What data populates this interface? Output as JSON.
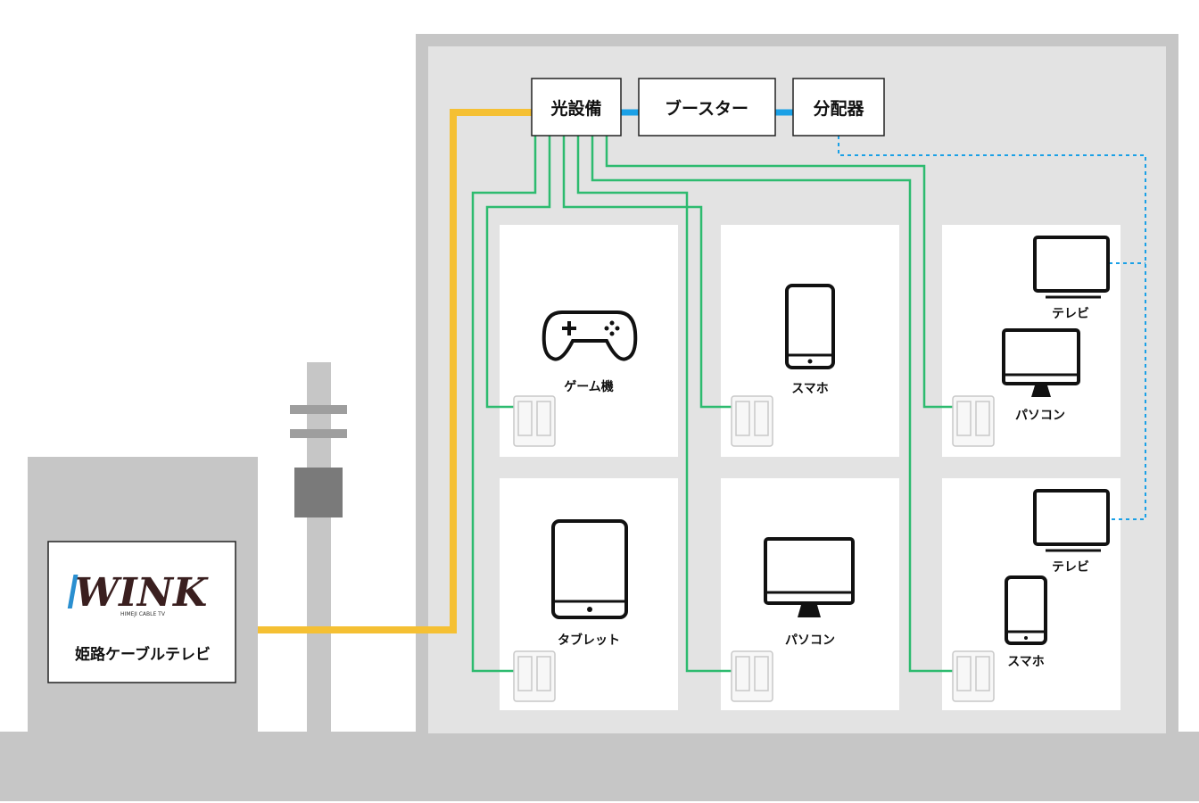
{
  "provider": {
    "logo_text": "WINK",
    "logo_subtext": "HIMEJI CABLE TV",
    "name": "姫路ケーブルテレビ"
  },
  "equipment": {
    "optical": "光設備",
    "booster": "ブースター",
    "splitter": "分配器"
  },
  "rooms": {
    "game_room": {
      "device": "ゲーム機"
    },
    "phone_room": {
      "device": "スマホ"
    },
    "tv_pc_room": {
      "tv": "テレビ",
      "pc": "パソコン"
    },
    "tablet_room": {
      "device": "タブレット"
    },
    "pc_room": {
      "device": "パソコン"
    },
    "tv_phone_room": {
      "tv": "テレビ",
      "phone": "スマホ"
    }
  },
  "colors": {
    "fiber_drop": "#f5c033",
    "lan": "#2dbb6f",
    "coax": "#1aa0e6",
    "building": "#e3e3e3",
    "frame": "#c6c6c6"
  }
}
